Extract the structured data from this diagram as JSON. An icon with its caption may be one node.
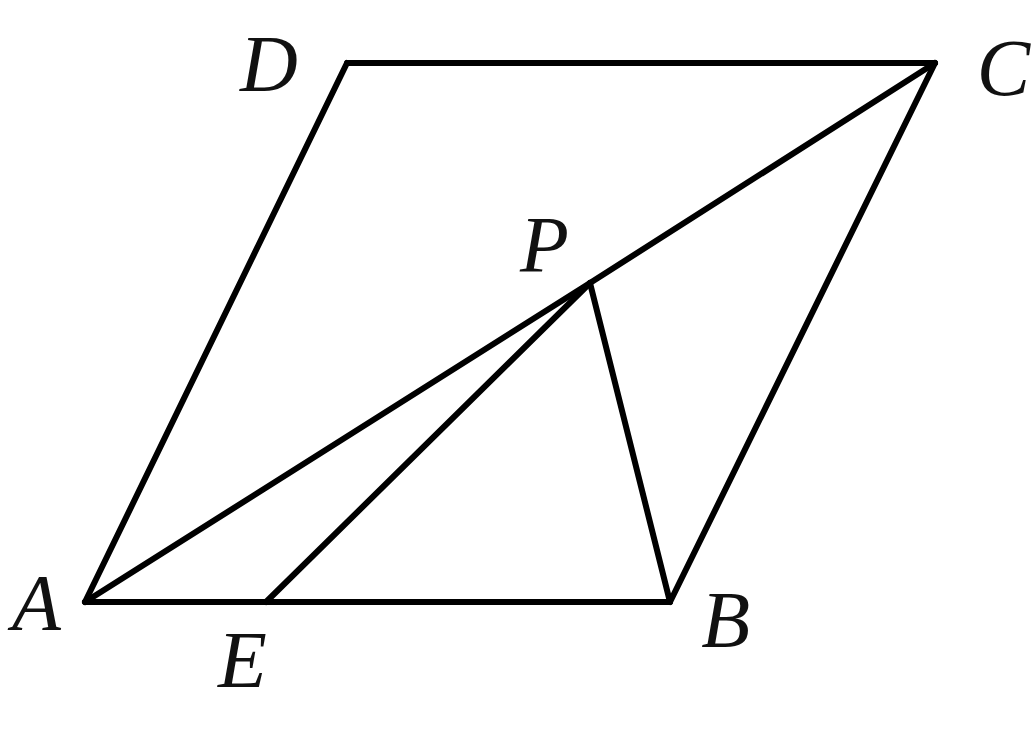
{
  "diagram": {
    "nodes": [
      {
        "text": [
          "D"
        ]
      },
      {
        "text": [
          "C"
        ]
      },
      {
        "text": [
          "P"
        ]
      },
      {
        "text": [
          "A"
        ]
      },
      {
        "text": [
          "E"
        ]
      },
      {
        "text": [
          "B"
        ]
      }
    ],
    "edges": [
      {
        "from": 3,
        "to": 4,
        "arrow": "none"
      },
      {
        "from": 4,
        "to": 5,
        "arrow": "none"
      },
      {
        "from": 5,
        "to": 1,
        "arrow": "none"
      },
      {
        "from": 1,
        "to": 0,
        "arrow": "none"
      },
      {
        "from": 0,
        "to": 3,
        "arrow": "none"
      },
      {
        "from": 3,
        "to": 2,
        "arrow": "none"
      },
      {
        "from": 2,
        "to": 1,
        "arrow": "none"
      },
      {
        "from": 4,
        "to": 2,
        "arrow": "none"
      },
      {
        "from": 2,
        "to": 5,
        "arrow": "none"
      }
    ]
  }
}
